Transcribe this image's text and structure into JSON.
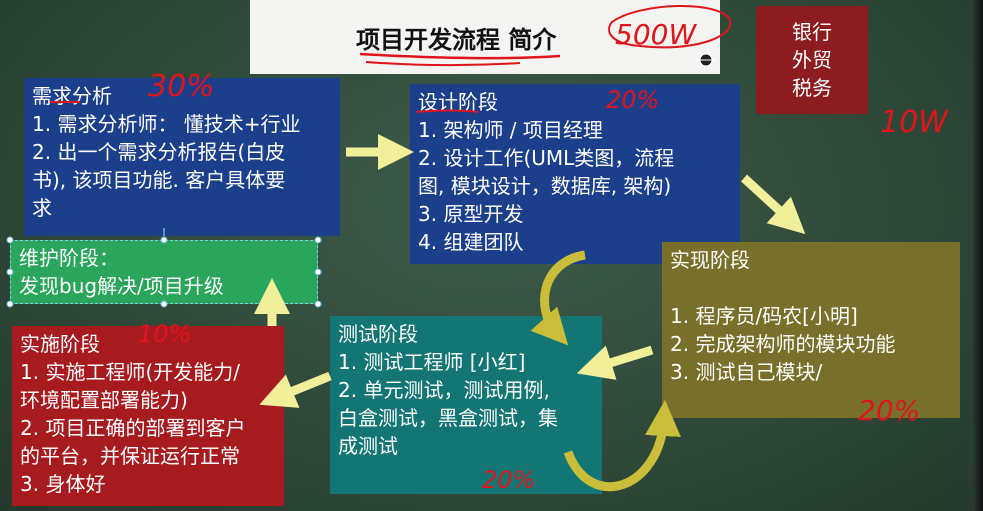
{
  "title": "项目开发流程 简介",
  "industry": {
    "lines": [
      "银行",
      "外贸",
      "税务"
    ]
  },
  "stages": {
    "requirements": {
      "heading": "需求分析",
      "lines": [
        "1. 需求分析师： 懂技术+行业",
        "2. 出一个需求分析报告(白皮",
        "书), 该项目功能. 客户具体要",
        "求"
      ]
    },
    "design": {
      "heading": "设计阶段",
      "lines": [
        "1. 架构师 / 项目经理",
        "2. 设计工作(UML类图，流程",
        "图, 模块设计，数据库, 架构)",
        "3. 原型开发",
        "4. 组建团队"
      ]
    },
    "implementation": {
      "heading": "实现阶段",
      "lines": [
        "1. 程序员/码农[小明]",
        "2. 完成架构师的模块功能",
        "3. 测试自己模块/"
      ]
    },
    "testing": {
      "heading": "测试阶段",
      "lines": [
        "1. 测试工程师 [小红]",
        "2. 单元测试，测试用例,",
        "白盒测试，黑盒测试，集",
        "成测试"
      ]
    },
    "deployment": {
      "heading": "实施阶段",
      "lines": [
        "1. 实施工程师(开发能力/",
        "环境配置部署能力)",
        "2. 项目正确的部署到客户",
        "的平台，并保证运行正常",
        "3. 身体好"
      ]
    },
    "maintenance": {
      "heading": "维护阶段：",
      "lines": [
        "发现bug解决/项目升级"
      ]
    }
  },
  "annotations": {
    "price": "500W",
    "salary": "10W",
    "req_pct": "30%",
    "design_pct": "20%",
    "impl_pct": "20%",
    "test_pct": "20%",
    "deploy_pct": "10%"
  },
  "colors": {
    "board": "#2f4a3a",
    "blue": "#1c3f8c",
    "red": "#a71b1f",
    "teal": "#137674",
    "olive": "#78702a",
    "green": "#2aa55c",
    "arrow": "#f1ef9a",
    "ink": "#e0141a"
  }
}
